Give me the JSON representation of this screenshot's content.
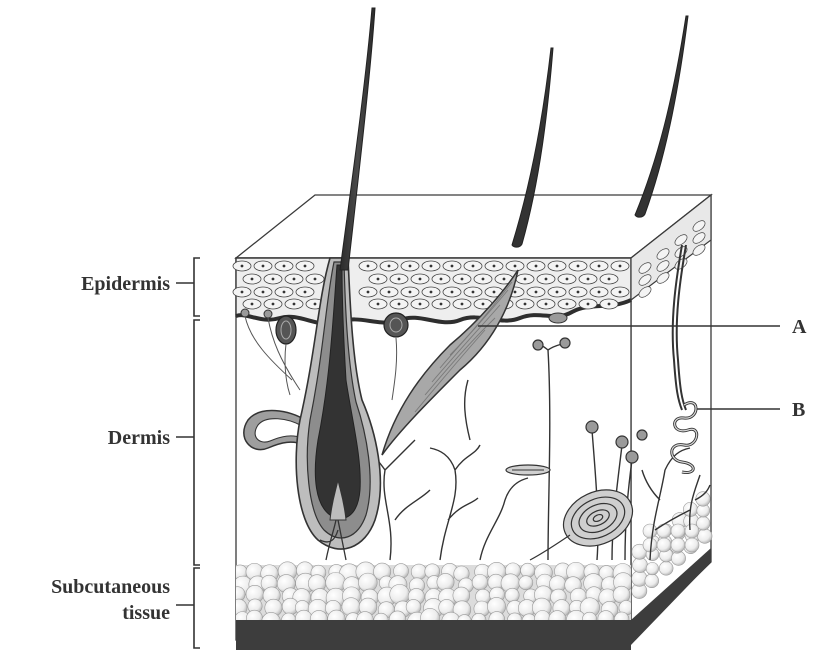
{
  "labels": {
    "epidermis": "Epidermis",
    "dermis": "Dermis",
    "subcutaneous_line1": "Subcutaneous",
    "subcutaneous_line2": "tissue",
    "pointer_a": "A",
    "pointer_b": "B"
  },
  "colors": {
    "outline": "#3a3a3a",
    "hair": "#333333",
    "cell_fill": "#e6e6e6",
    "gland": "#9a9a9a",
    "muscle": "#a8a8a8",
    "fat": "#f4f4f4",
    "base": "#3d3d3d"
  }
}
